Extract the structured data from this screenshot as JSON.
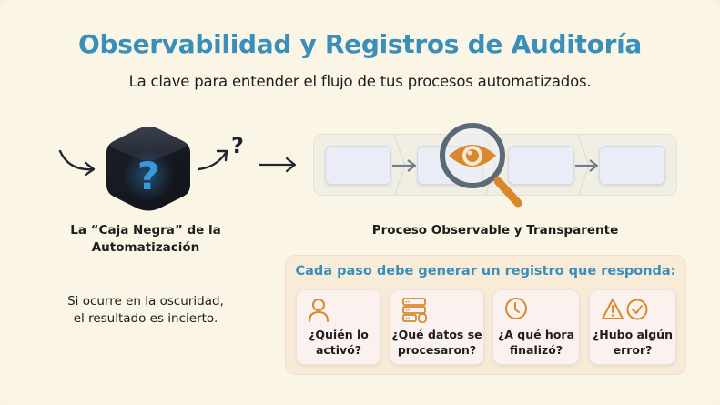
{
  "header": {
    "title": "Observabilidad y Registros de Auditoría",
    "subtitle": "La clave para entender el flujo de tus procesos automatizados."
  },
  "black_box": {
    "icon": "black-cube-question-icon",
    "output_mark": "?",
    "label_line1": "La “Caja Negra” de la",
    "label_line2": "Automatización",
    "note_line1": "Si ocurre en la oscuridad,",
    "note_line2": "el resultado es incierto."
  },
  "process": {
    "steps": 4,
    "icon": "magnifier-eye-icon",
    "label": "Proceso Observable y Transparente"
  },
  "questions": {
    "title": "Cada paso debe generar un registro que responda:",
    "items": [
      {
        "icon": "user-icon",
        "line1": "¿Quién lo",
        "line2": "activó?"
      },
      {
        "icon": "database-icon",
        "line1": "¿Qué datos se",
        "line2": "procesaron?"
      },
      {
        "icon": "clock-icon",
        "line1": "¿A qué hora",
        "line2": "finalizó?"
      },
      {
        "icon": "warning-check-icon",
        "line1": "¿Hubo algún",
        "line2": "error?"
      }
    ]
  },
  "colors": {
    "title_blue": "#3a8fba",
    "accent_orange": "#d9892b",
    "background": "#fbf5e6",
    "dark": "#1f2530"
  }
}
